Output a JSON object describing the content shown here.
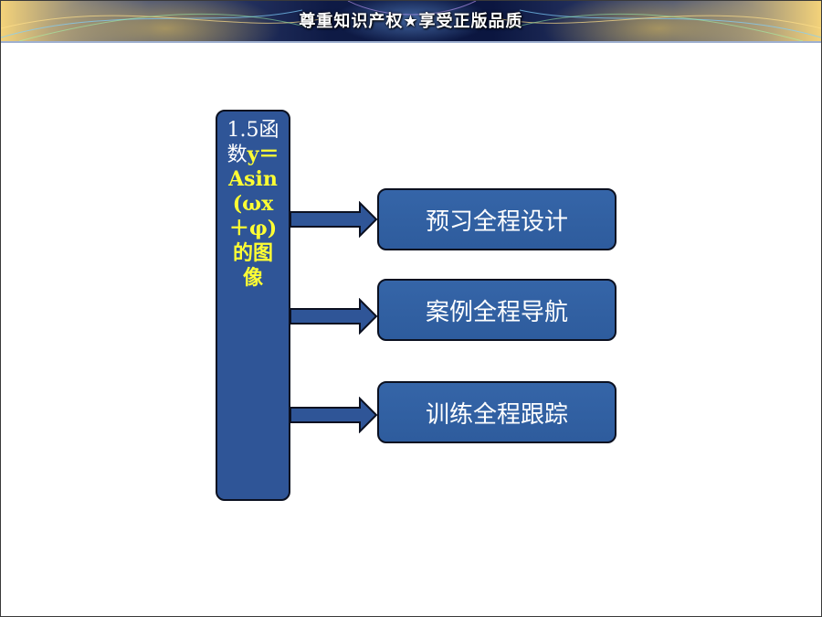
{
  "banner": {
    "text": "尊重知识产权★享受正版品质"
  },
  "title_box": {
    "prefix": "1.5函数",
    "highlight": "y＝Asin(ωx＋φ)的图像"
  },
  "menu": {
    "items": [
      {
        "label": "预习全程设计"
      },
      {
        "label": "案例全程导航"
      },
      {
        "label": "训练全程跟踪"
      }
    ]
  },
  "colors": {
    "box_fill": "#2f5597",
    "highlight_text": "#ffff33",
    "arrow_fill": "#2f5597"
  }
}
